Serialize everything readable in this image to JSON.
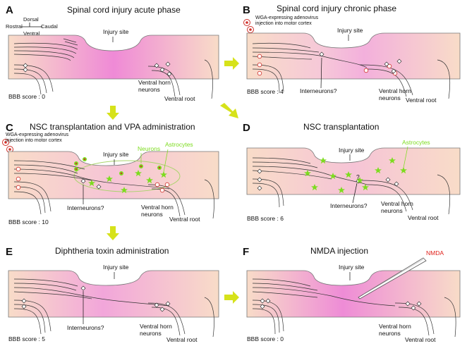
{
  "colors": {
    "tissue_light": "#f8dcc8",
    "injury_magenta": "#ef8ad6",
    "arrow_yellow": "#d6e21a",
    "star_green": "#7ddc1f",
    "nmda_red": "#e0201a",
    "cell_red": "#d0302a"
  },
  "axes": {
    "dorsal": "Dorsal",
    "rostral": "Rostral",
    "ventral": "Ventral",
    "caudal": "Caudal"
  },
  "panels": [
    {
      "letter": "A",
      "title": "Spinal cord injury acute phase",
      "injury_site": "Injury site",
      "bbb": "BBB score : 0",
      "ventral_horn": [
        "Ventral horn",
        "neurons"
      ],
      "ventral_root": "Ventral root"
    },
    {
      "letter": "B",
      "title": "Spinal cord injury chronic phase",
      "injury_site": "Injury site",
      "wga": [
        "WGA-expressing adenovirus",
        "injection into motor cortex"
      ],
      "interneurons": "Interneurons?",
      "ventral_horn": [
        "Ventral horn",
        "neurons"
      ],
      "ventral_root": "Ventral root",
      "bbb": "BBB score : 4"
    },
    {
      "letter": "C",
      "title": "NSC transplantation and VPA administration",
      "injury_site": "Injury site",
      "wga": [
        "WGA-expressing adenovirus",
        "injection into motor cortex"
      ],
      "neurons": "Neurons",
      "astrocytes": "Astrocytes",
      "interneurons": "Interneurons?",
      "ventral_horn": [
        "Ventral horn",
        "neurons"
      ],
      "ventral_root": "Ventral root",
      "bbb": "BBB score : 10"
    },
    {
      "letter": "D",
      "title": "NSC transplantation",
      "injury_site": "Injury site",
      "astrocytes": "Astrocytes",
      "question": "?",
      "interneurons": "Interneurons?",
      "ventral_horn": [
        "Ventral horn",
        "neurons"
      ],
      "ventral_root": "Ventral root",
      "bbb": "BBB score : 6"
    },
    {
      "letter": "E",
      "title": "Diphtheria toxin administration",
      "injury_site": "Injury site",
      "interneurons": "Interneurons?",
      "ventral_horn": [
        "Ventral horn",
        "neurons"
      ],
      "ventral_root": "Ventral root",
      "bbb": "BBB score : 5"
    },
    {
      "letter": "F",
      "title": "NMDA injection",
      "injury_site": "Injury site",
      "nmda": "NMDA",
      "ventral_horn": [
        "Ventral horn",
        "neurons"
      ],
      "ventral_root": "Ventral root",
      "bbb": "BBB score : 0"
    }
  ]
}
